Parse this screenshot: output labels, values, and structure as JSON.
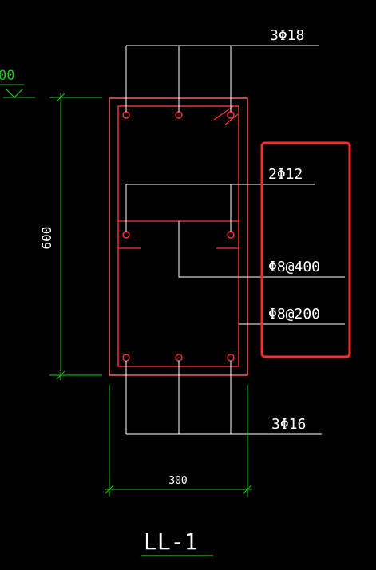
{
  "drawing": {
    "title": "LL-1",
    "elevation_fragment": "00",
    "dimensions": {
      "height_label": "600",
      "width_label": "300"
    },
    "rebar": {
      "top_bars": "3Φ18",
      "side_bars": "2Φ12",
      "tie_a": "Φ8@400",
      "tie_b": "Φ8@200",
      "bottom_bars": "3Φ16"
    },
    "colors": {
      "background": "#000000",
      "concrete_outline": "#ff5c5c",
      "rebar": "#ff3333",
      "leader_lines": "#ffffff",
      "dimension": "#22c522",
      "highlight_box": "#ff2a2a"
    }
  }
}
